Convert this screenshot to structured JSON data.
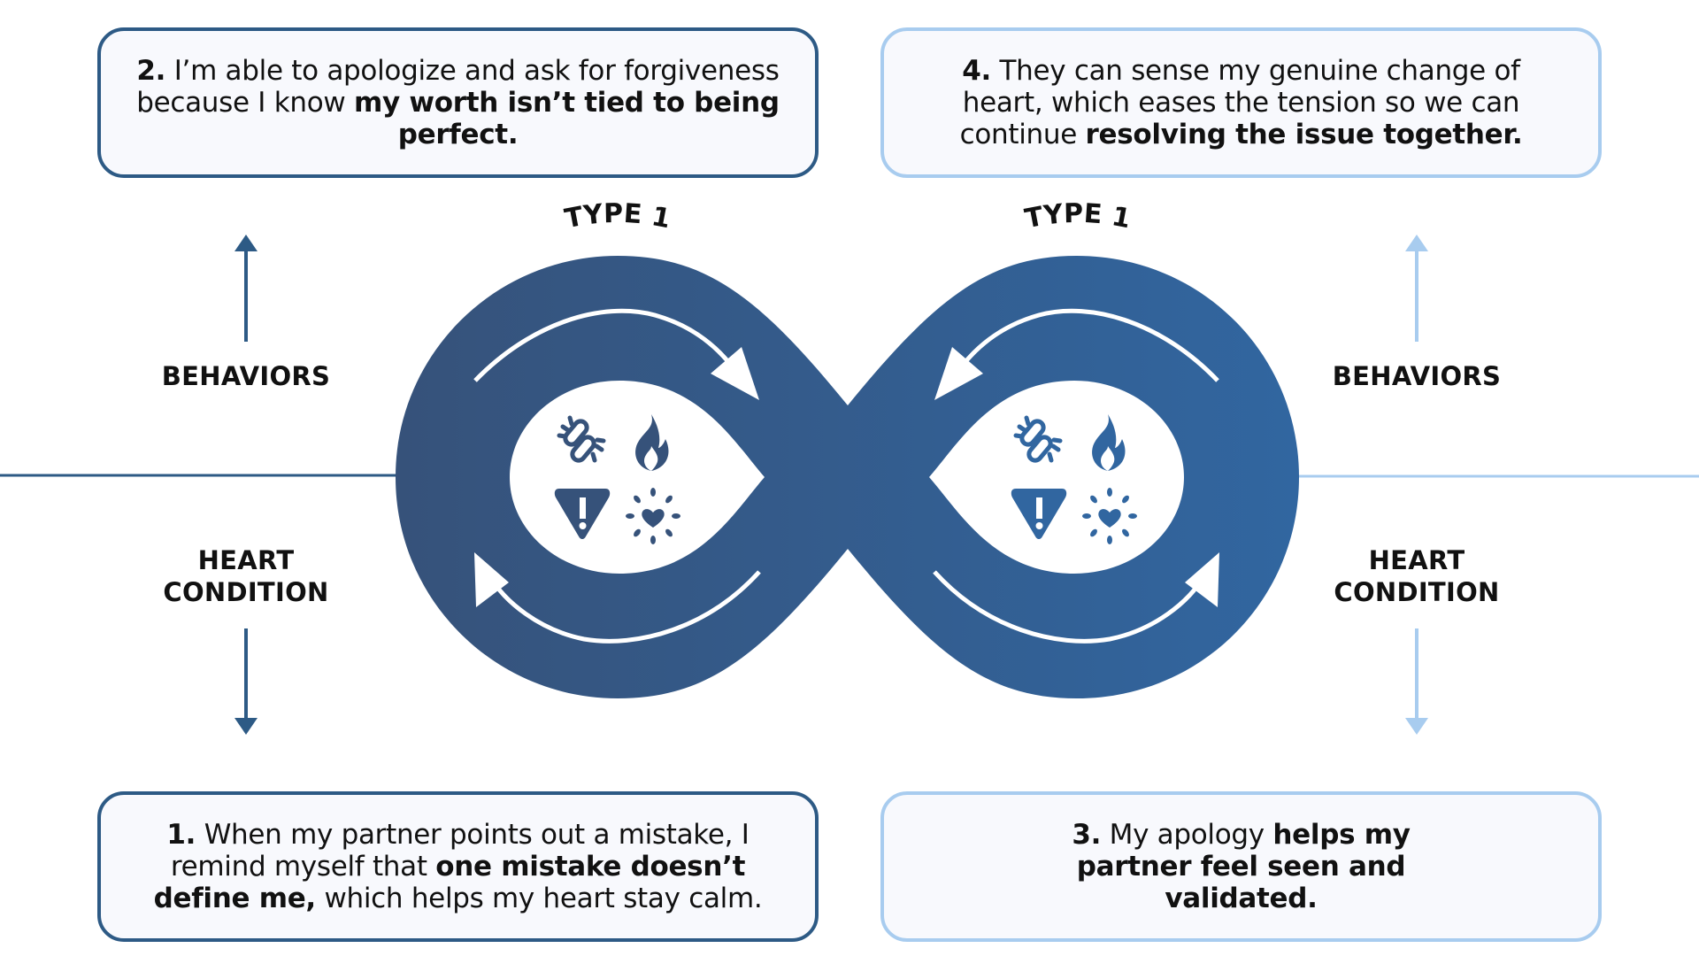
{
  "boxes": {
    "box2": {
      "number": "2.",
      "text_a": " I’m able to apologize and ask for forgiveness because I know ",
      "bold": "my worth isn’t tied to being perfect.",
      "text_b": ""
    },
    "box4": {
      "number": "4.",
      "text_a": " They can sense my genuine change of heart, which eases the tension so we can continue ",
      "bold": "resolving the issue together.",
      "text_b": ""
    },
    "box1": {
      "number": "1.",
      "text_a": " When my partner points out a mistake, I remind myself that ",
      "bold": "one mistake doesn’t define me,",
      "text_b": " which helps my heart stay calm."
    },
    "box3": {
      "number": "3.",
      "text_a": " My apology ",
      "bold": "helps my partner feel seen and validated.",
      "text_b": ""
    }
  },
  "labels": {
    "left_behaviors": "BEHAVIORS",
    "left_heart": "HEART",
    "left_condition": "CONDITION",
    "right_behaviors": "BEHAVIORS",
    "right_heart": "HEART",
    "right_condition": "CONDITION",
    "type_left": "TYPE 1",
    "type_right": "TYPE 1"
  },
  "icons": [
    "broken-link-icon",
    "flame-icon",
    "warning-icon",
    "radiating-heart-icon"
  ],
  "colors": {
    "dark_blue": "#2d5a85",
    "loop_left": "#36527a",
    "loop_right": "#3166a0",
    "light_blue": "#a8ccef",
    "box_fill": "#f8f9fd"
  }
}
